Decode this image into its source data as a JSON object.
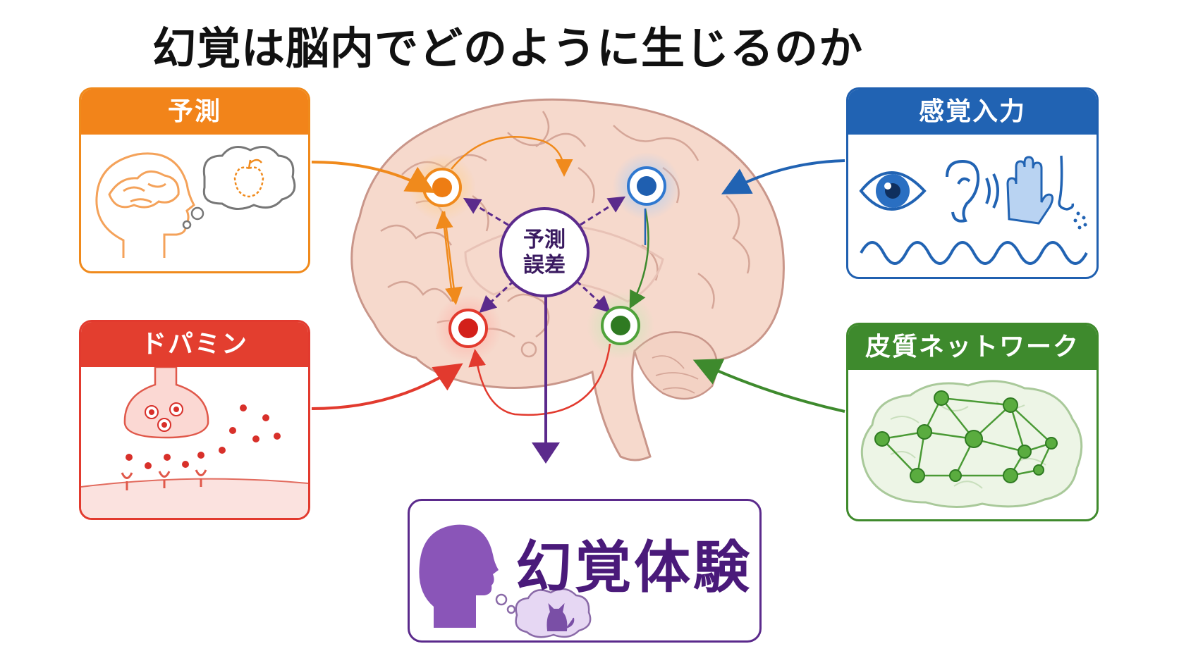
{
  "title": "幻覚は脳内でどのように生じるのか",
  "panels": {
    "prediction": {
      "label": "予測",
      "color": "#f2841a"
    },
    "dopamine": {
      "label": "ドパミン",
      "color": "#e33e2f"
    },
    "sensory": {
      "label": "感覚入力",
      "color": "#2163b3"
    },
    "network": {
      "label": "皮質ネットワーク",
      "color": "#3e8a2d"
    }
  },
  "center": {
    "line1": "予測",
    "line2": "誤差",
    "color": "#5b2a8c"
  },
  "output": {
    "label": "幻覚体験",
    "color": "#4a1a7a"
  },
  "icons": [
    "head-profile-icon",
    "apple-thought-icon",
    "synapse-icon",
    "eye-icon",
    "ear-icon",
    "hand-icon",
    "nose-icon",
    "wave-icon",
    "network-brain-icon",
    "cat-thought-icon"
  ]
}
